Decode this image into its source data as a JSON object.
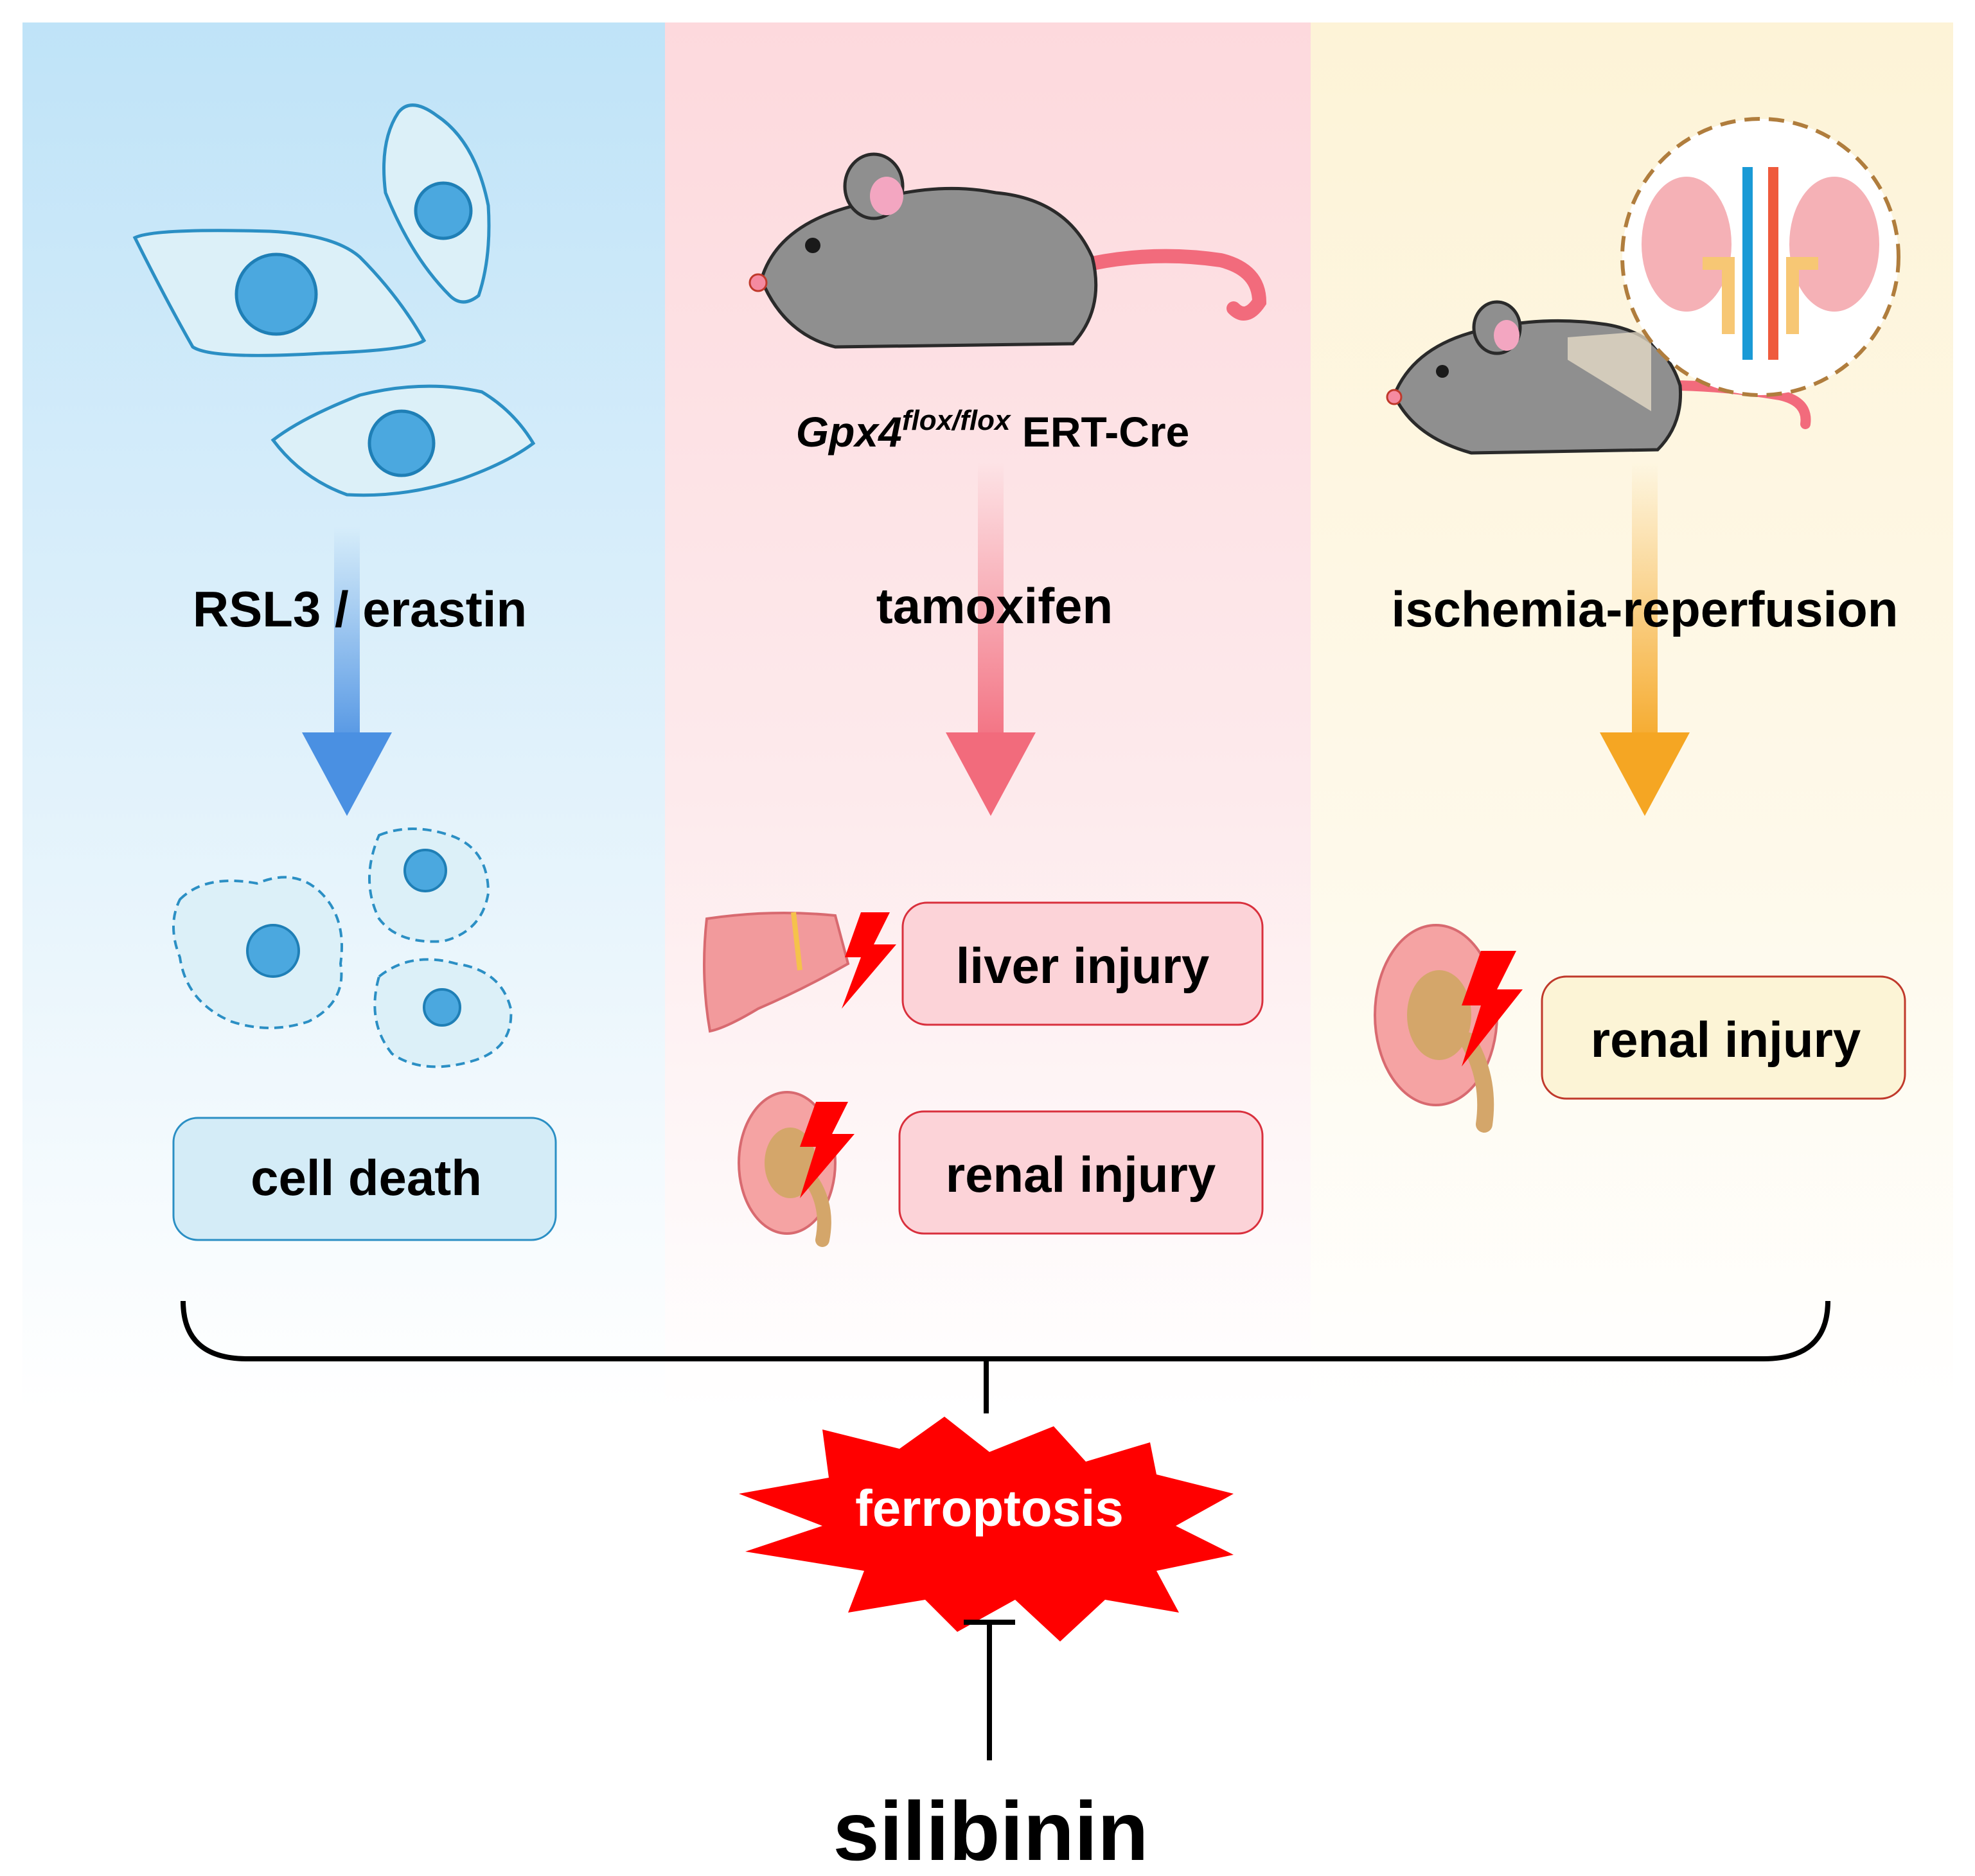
{
  "panels": {
    "cells": {
      "treatment": "RSL3 / erastin",
      "outcome": "cell death",
      "color": "#4a90e2"
    },
    "gpx4_mouse": {
      "genotype_gene": "Gpx4",
      "genotype_superscript": "flox/flox",
      "genotype_suffix": " ERT-Cre",
      "treatment": "tamoxifen",
      "outcome_liver": "liver injury",
      "outcome_renal": "renal injury",
      "color": "#f26b7c"
    },
    "ir_mouse": {
      "treatment": "ischemia-reperfusion",
      "outcome_renal": "renal injury",
      "color": "#f5a623"
    }
  },
  "central": {
    "process": "ferroptosis",
    "inhibitor": "silibinin",
    "burst_color": "#ff0000"
  },
  "icons": [
    "cell-icon",
    "mouse-icon",
    "kidney-icon",
    "liver-icon",
    "lightning-icon",
    "inhibition-tbar-icon"
  ]
}
